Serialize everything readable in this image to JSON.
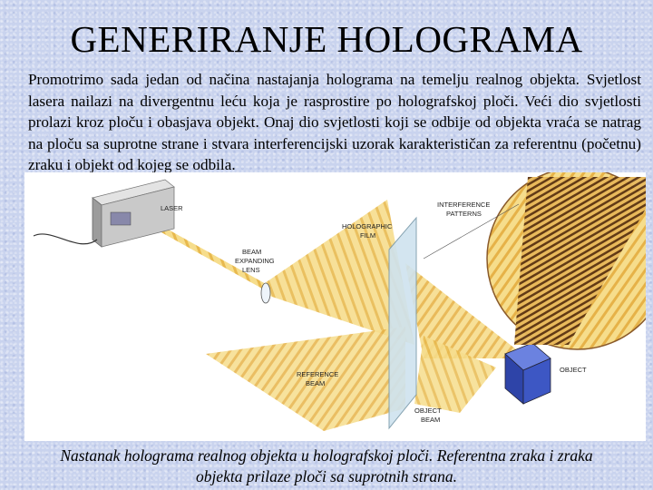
{
  "slide": {
    "title": "GENERIRANJE HOLOGRAMA",
    "paragraph": "Promotrimo sada jedan od načina nastajanja holograma na temelju realnog objekta. Svjetlost lasera nailazi na divergentnu leću koja je rasprostire po holografskoj ploči. Veći dio svjetlosti prolazi kroz ploču i obasjava objekt. Onaj dio svjetlosti koji se odbije od objekta vraća se natrag na ploču sa suprotne strane i stvara interferencijski uzorak karakterističan za referentnu (početnu) zraku i objekt od kojeg se odbila.",
    "caption_line1": "Nastanak holograma realnog objekta u holografskoj ploči. Referentna zraka i zraka",
    "caption_line2": "objekta prilaze ploči sa suprotnih strana."
  },
  "figure": {
    "labels": {
      "laser": "LASER",
      "beam_expanding_lens_1": "BEAM",
      "beam_expanding_lens_2": "EXPANDING",
      "beam_expanding_lens_3": "LENS",
      "holographic_film_1": "HOLOGRAPHIC",
      "holographic_film_2": "FILM",
      "interference_patterns_1": "INTERFERENCE",
      "interference_patterns_2": "PATTERNS",
      "reference_beam_1": "REFERENCE",
      "reference_beam_2": "BEAM",
      "object": "OBJECT",
      "object_beam_1": "OBJECT",
      "object_beam_2": "BEAM"
    },
    "colors": {
      "beam": "#f3c95a",
      "beam_dark": "#d9a13a",
      "object_blue": "#3d57c4",
      "film": "#cfe3ef"
    }
  }
}
